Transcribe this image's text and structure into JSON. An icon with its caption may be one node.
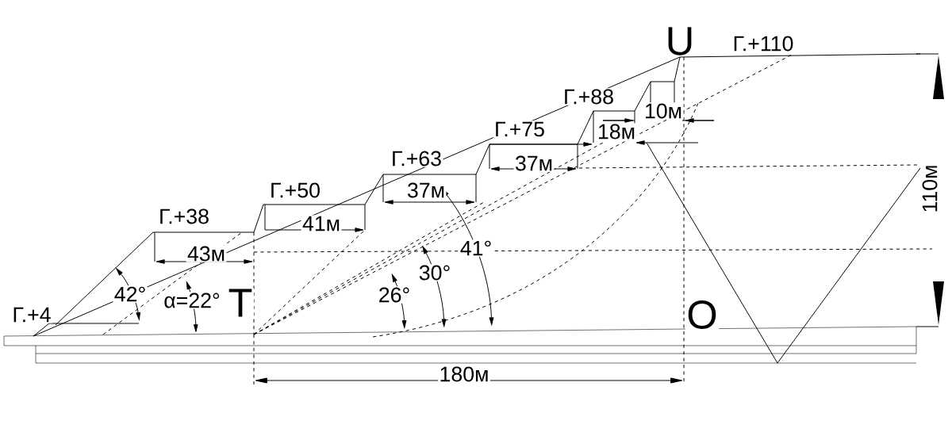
{
  "diagram": {
    "labels": [
      "U",
      "Г.+110",
      "Г.+88",
      "10м",
      "Г.+75",
      "18м",
      "Г.+63",
      "37м",
      "37м",
      "Г.+50",
      "41м",
      "110м",
      "Г.+38",
      "41°",
      "43м",
      "30°",
      "42°",
      "26°",
      "α=22°",
      "T",
      "O",
      "Г.+4",
      "180м"
    ]
  }
}
